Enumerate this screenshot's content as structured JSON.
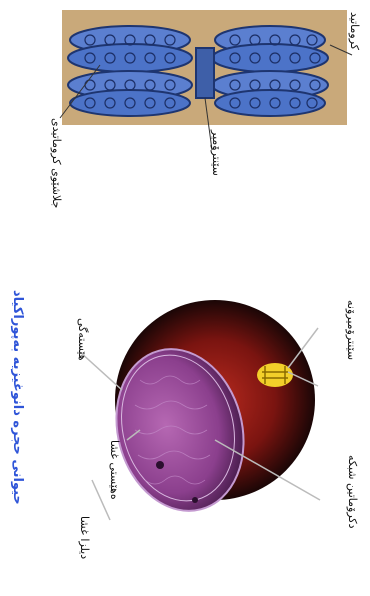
{
  "top_figure": {
    "label_chromatid": "کروماتید",
    "label_centromere": "سێنترۆمیر",
    "label_sister": "جلاشێوی کروماتیدی"
  },
  "bottom_figure": {
    "label_centromere_mid": "سێنترۆمیرۆنە",
    "label_nucleolus": "هێستەگی",
    "label_membrane_in": "ەهێستی غشا",
    "label_membrane_out": "دیلزا غشا",
    "label_network": "دکرۆماتین شبکه"
  },
  "caption": "حیوانی حجره دانوغیزیه بەپوراکیاد",
  "colors": {
    "chromosome_blue": "#3e6fc0",
    "nucleus_purple": "#8b3f8d",
    "caption_blue": "#2f55d8"
  }
}
